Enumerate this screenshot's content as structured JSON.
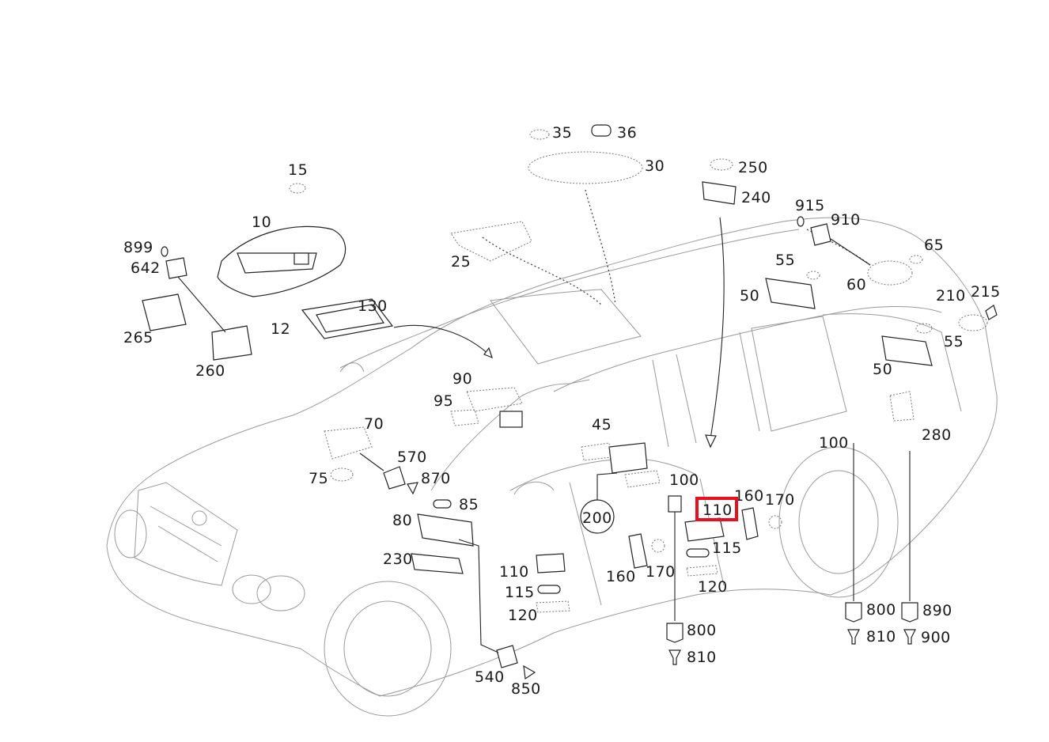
{
  "diagram": {
    "highlight_callout": "110",
    "highlight_color": "#e8101f",
    "callouts": [
      {
        "id": "c35",
        "text": "35"
      },
      {
        "id": "c36",
        "text": "36"
      },
      {
        "id": "c30",
        "text": "30"
      },
      {
        "id": "c15",
        "text": "15"
      },
      {
        "id": "c250",
        "text": "250"
      },
      {
        "id": "c240",
        "text": "240"
      },
      {
        "id": "c915",
        "text": "915"
      },
      {
        "id": "c910",
        "text": "910"
      },
      {
        "id": "c10",
        "text": "10"
      },
      {
        "id": "c899",
        "text": "899"
      },
      {
        "id": "c642",
        "text": "642"
      },
      {
        "id": "c25",
        "text": "25"
      },
      {
        "id": "c55a",
        "text": "55"
      },
      {
        "id": "c65",
        "text": "65"
      },
      {
        "id": "c60",
        "text": "60"
      },
      {
        "id": "c50a",
        "text": "50"
      },
      {
        "id": "c130",
        "text": "130"
      },
      {
        "id": "c12",
        "text": "12"
      },
      {
        "id": "c265",
        "text": "265"
      },
      {
        "id": "c210",
        "text": "210"
      },
      {
        "id": "c215",
        "text": "215"
      },
      {
        "id": "c55b",
        "text": "55"
      },
      {
        "id": "c260",
        "text": "260"
      },
      {
        "id": "c50b",
        "text": "50"
      },
      {
        "id": "c90",
        "text": "90"
      },
      {
        "id": "c95",
        "text": "95"
      },
      {
        "id": "c70",
        "text": "70"
      },
      {
        "id": "c45",
        "text": "45"
      },
      {
        "id": "c100a",
        "text": "100"
      },
      {
        "id": "c280",
        "text": "280"
      },
      {
        "id": "c570",
        "text": "570"
      },
      {
        "id": "c75",
        "text": "75"
      },
      {
        "id": "c870",
        "text": "870"
      },
      {
        "id": "c100b",
        "text": "100"
      },
      {
        "id": "c160a",
        "text": "160"
      },
      {
        "id": "c170a",
        "text": "170"
      },
      {
        "id": "c85",
        "text": "85"
      },
      {
        "id": "c110a",
        "text": "110"
      },
      {
        "id": "c200",
        "text": "200"
      },
      {
        "id": "c80",
        "text": "80"
      },
      {
        "id": "c115a",
        "text": "115"
      },
      {
        "id": "c230",
        "text": "230"
      },
      {
        "id": "c110b",
        "text": "110"
      },
      {
        "id": "c160b",
        "text": "160"
      },
      {
        "id": "c170b",
        "text": "170"
      },
      {
        "id": "c120a",
        "text": "120"
      },
      {
        "id": "c115b",
        "text": "115"
      },
      {
        "id": "c120b",
        "text": "120"
      },
      {
        "id": "c800a",
        "text": "800"
      },
      {
        "id": "c890",
        "text": "890"
      },
      {
        "id": "c800b",
        "text": "800"
      },
      {
        "id": "c810a",
        "text": "810"
      },
      {
        "id": "c900",
        "text": "900"
      },
      {
        "id": "c810b",
        "text": "810"
      },
      {
        "id": "c540",
        "text": "540"
      },
      {
        "id": "c850",
        "text": "850"
      }
    ]
  }
}
